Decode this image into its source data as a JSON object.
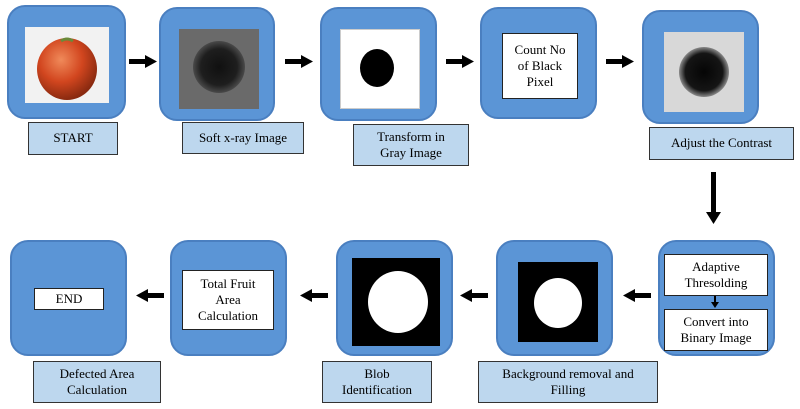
{
  "steps": {
    "start": "START",
    "soft_xray": "Soft x-ray Image",
    "transform_gray": "Transform in\nGray Image",
    "count_black": "Count No\nof Black\nPixel",
    "adjust_contrast": "Adjust the Contrast",
    "adaptive_thresholding": "Adaptive\nThresolding",
    "convert_binary": "Convert into\nBinary Image",
    "background_removal": "Background removal and\nFilling",
    "blob_identification": "Blob\nIdentification",
    "total_fruit_area": "Total Fruit\nArea\nCalculation",
    "end": "END",
    "defected_area": "Defected Area\nCalculation"
  },
  "colors": {
    "tile": "#5b95d6",
    "caption": "#bdd7ee",
    "arrow": "#000000"
  }
}
